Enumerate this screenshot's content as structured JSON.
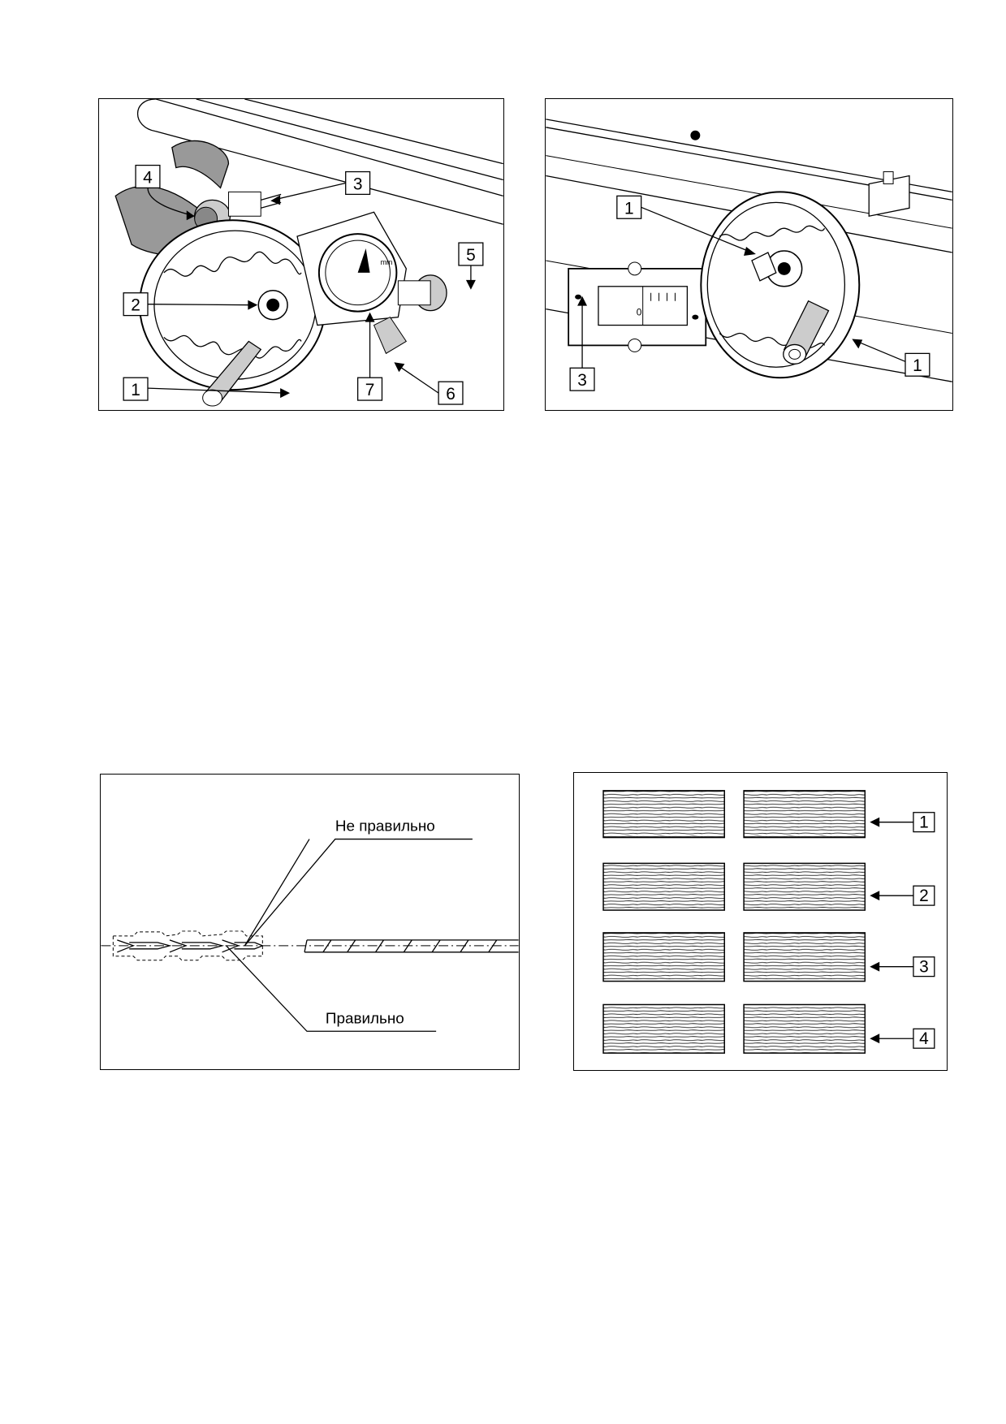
{
  "fig1": {
    "labels": [
      "4",
      "3",
      "5",
      "2",
      "1",
      "7",
      "6"
    ],
    "dial_unit": "mm"
  },
  "fig2": {
    "labels": [
      "1",
      "3",
      "1"
    ],
    "scale_zero": "0"
  },
  "fig3": {
    "wrong": "Не правильно",
    "right": "Правильно"
  },
  "fig4": {
    "labels": [
      "1",
      "2",
      "3",
      "4"
    ]
  }
}
